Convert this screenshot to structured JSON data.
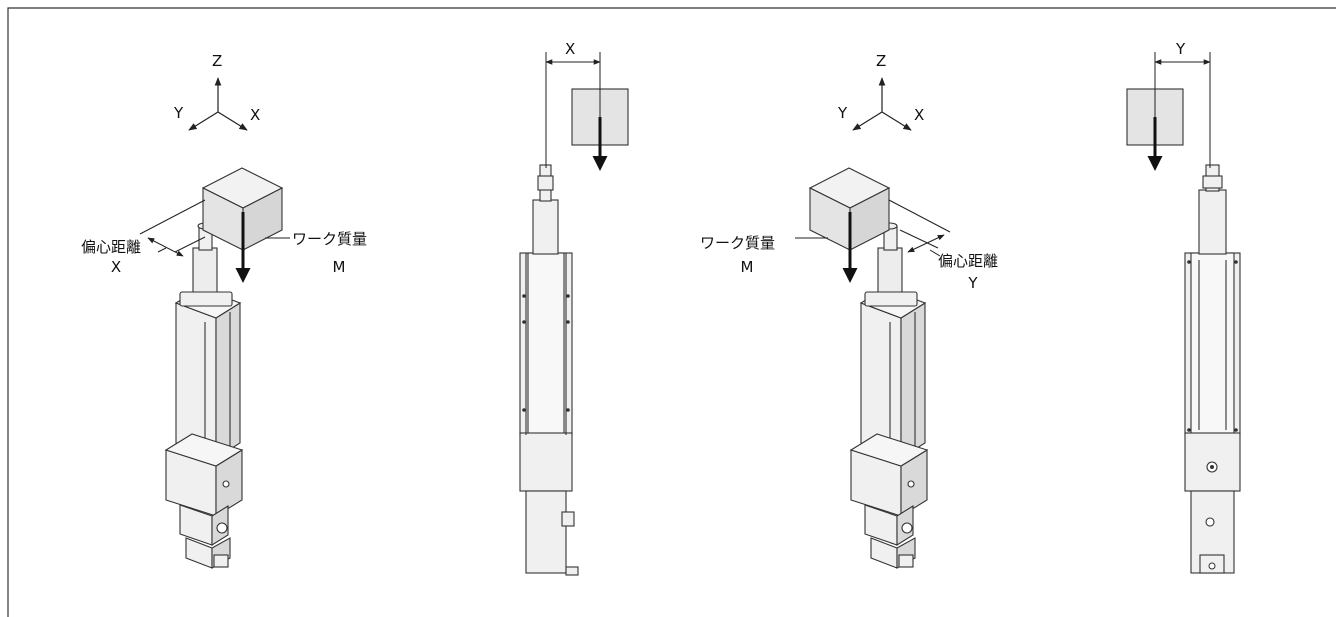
{
  "axes": {
    "z": "Z",
    "y": "Y",
    "x": "X"
  },
  "dimensions": {
    "x": "X",
    "y": "Y"
  },
  "labels": {
    "eccentric_distance": "偏心距離",
    "work_mass": "ワーク質量",
    "mass_symbol": "M"
  },
  "colors": {
    "line": "#222222",
    "block_front": "#e4e4e4",
    "block_top": "#f2f2f2",
    "block_side": "#d6d6d6",
    "body": "#f0f0f0",
    "shade": "#cfcfcf",
    "border": "#333333"
  }
}
